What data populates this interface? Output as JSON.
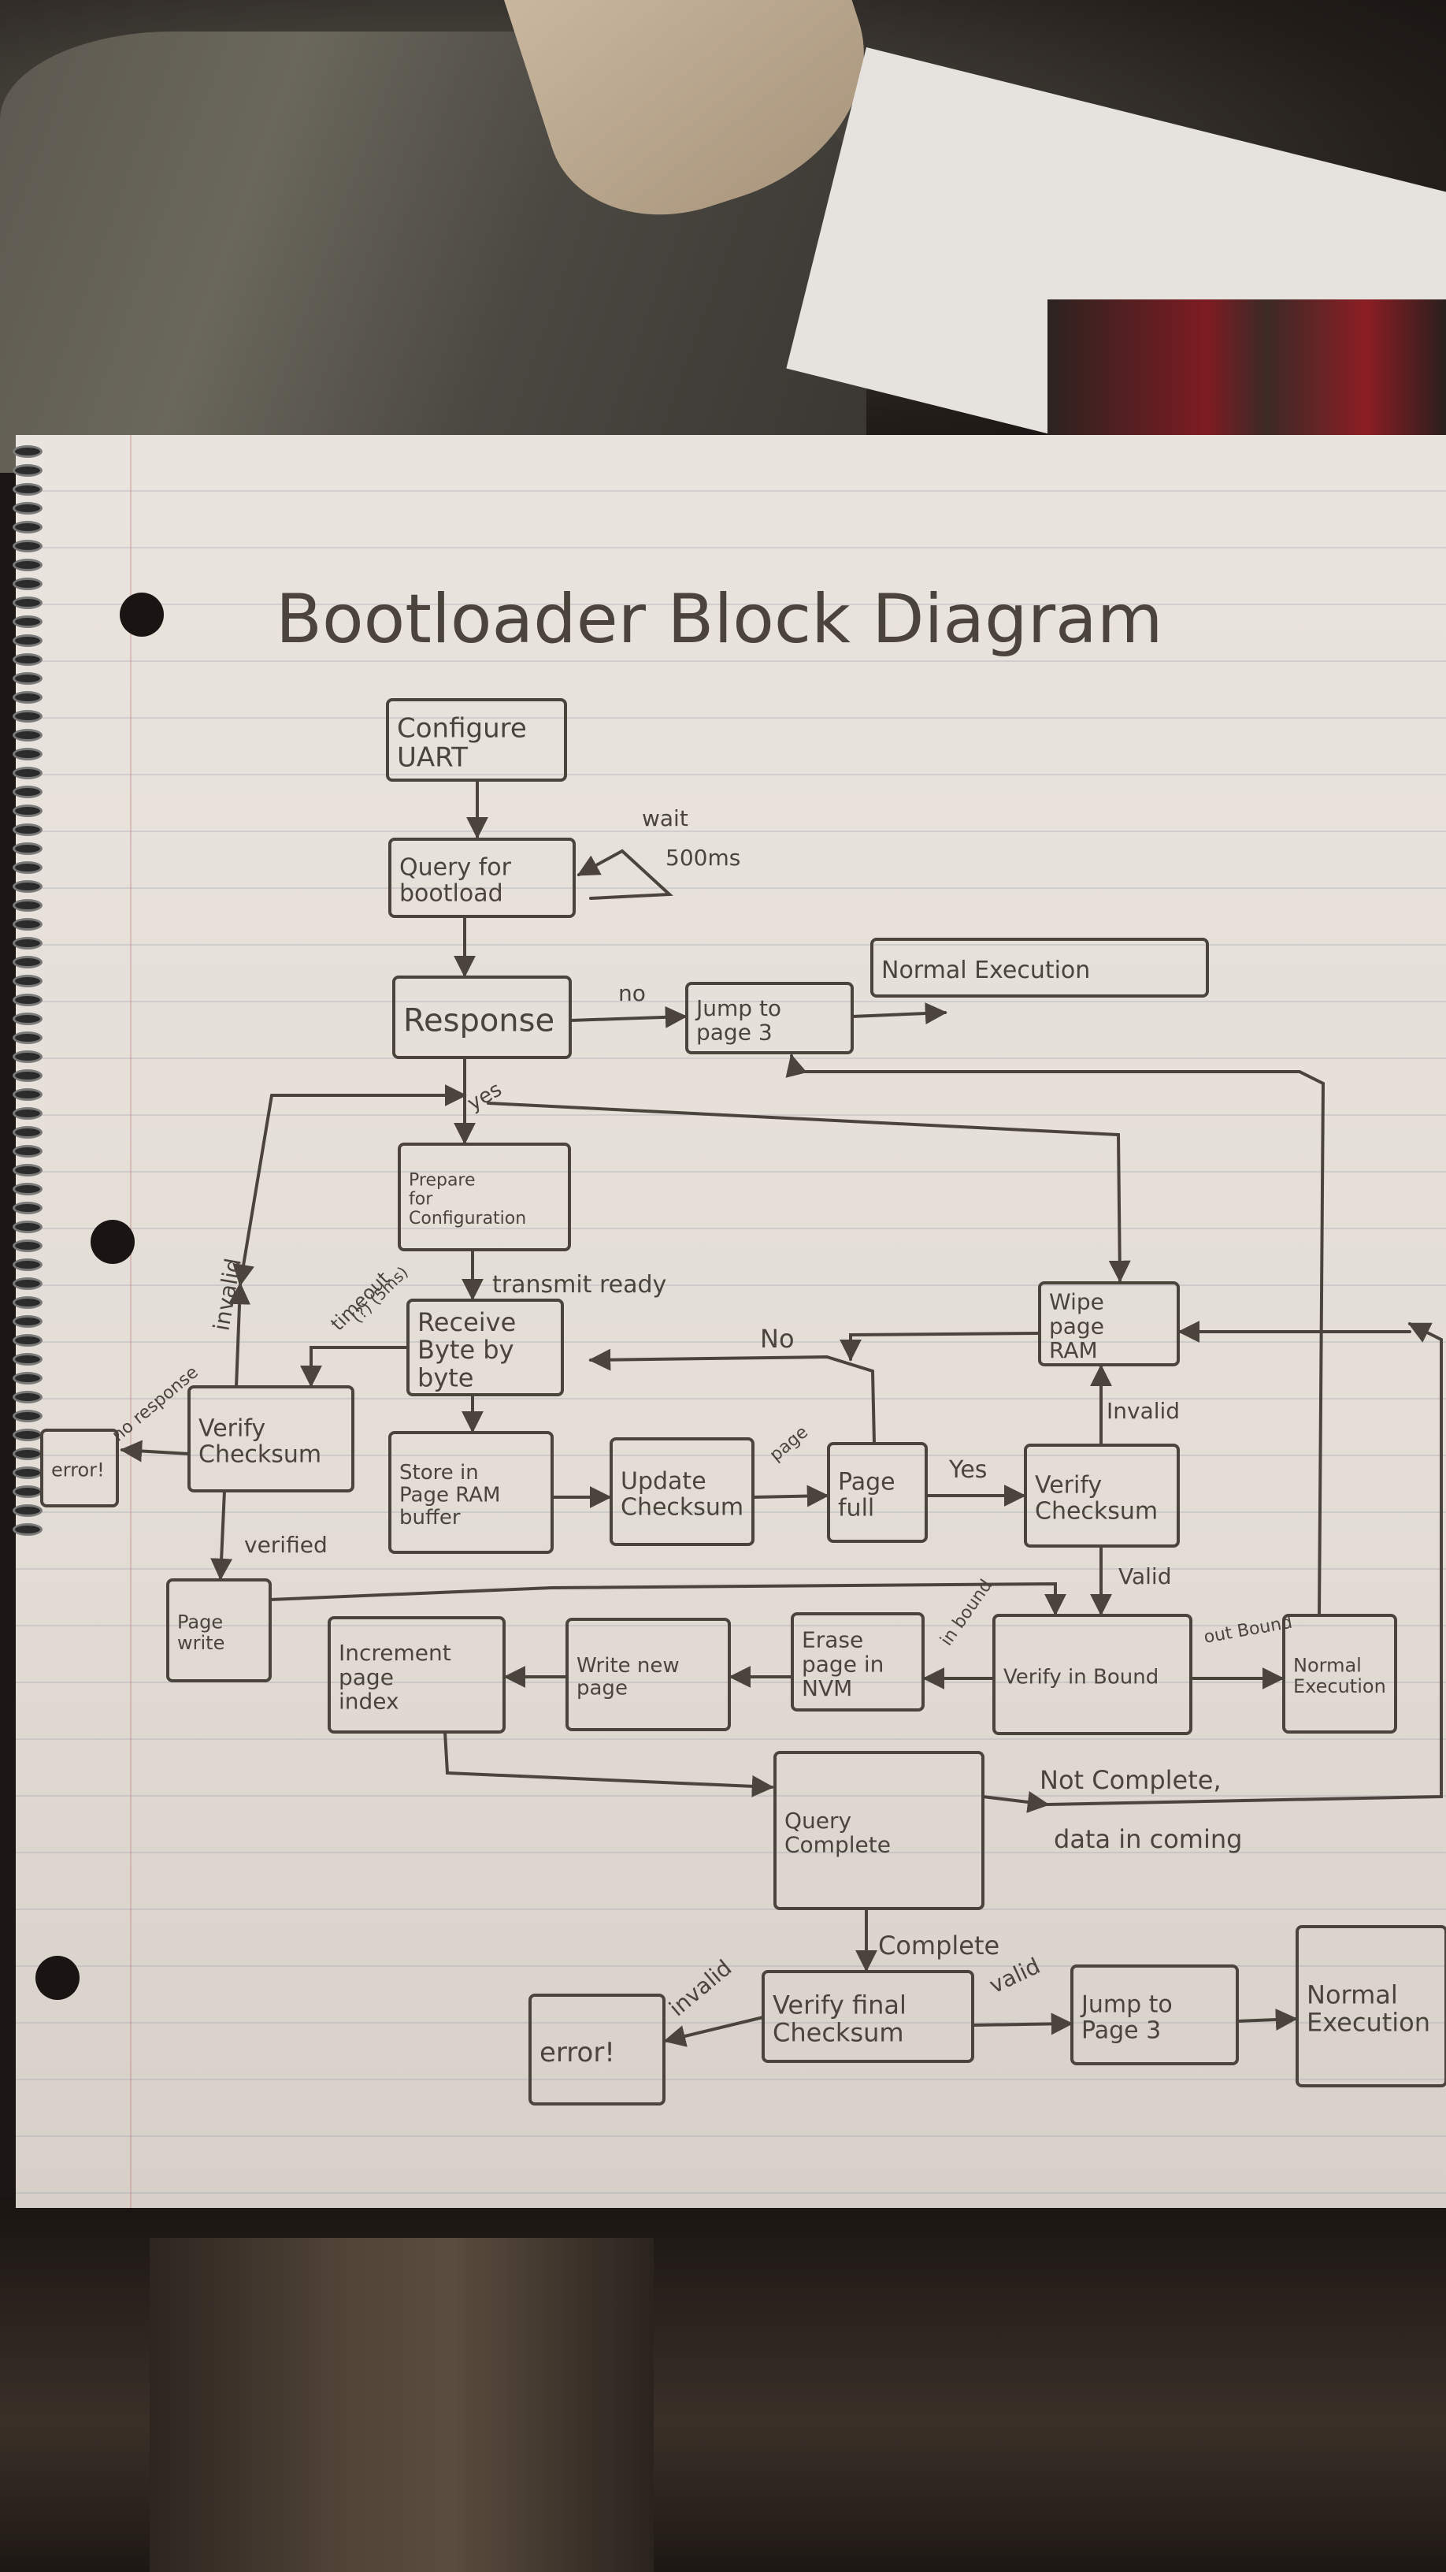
{
  "title": "Bootloader Block Diagram",
  "colors": {
    "ink": "#4a443d",
    "paper": "#e6e0d9",
    "rule_lines": "#9aa0b0"
  },
  "nodes": [
    {
      "id": "configure-uart",
      "lines": [
        "Configure",
        "UART"
      ]
    },
    {
      "id": "query-for-bootload",
      "lines": [
        "Query for",
        "bootload"
      ]
    },
    {
      "id": "response",
      "lines": [
        "Response"
      ]
    },
    {
      "id": "jump-to-page-3-top",
      "lines": [
        "Jump to",
        "page 3"
      ]
    },
    {
      "id": "normal-execution-top",
      "lines": [
        "Normal Execution"
      ]
    },
    {
      "id": "prepare-for-configuration",
      "lines": [
        "Prepare",
        "for",
        "Configuration"
      ]
    },
    {
      "id": "receive-byte-by-byte",
      "lines": [
        "Receive",
        "Byte by",
        "byte"
      ]
    },
    {
      "id": "verify-checksum-left",
      "lines": [
        "Verify",
        "Checksum"
      ]
    },
    {
      "id": "error-left",
      "lines": [
        "error!"
      ]
    },
    {
      "id": "store-in-page-ram-buffer",
      "lines": [
        "Store in",
        "Page RAM",
        "buffer"
      ]
    },
    {
      "id": "update-checksum",
      "lines": [
        "Update",
        "Checksum"
      ]
    },
    {
      "id": "page-full",
      "lines": [
        "Page",
        "full"
      ]
    },
    {
      "id": "verify-checksum-right",
      "lines": [
        "Verify",
        "Checksum"
      ]
    },
    {
      "id": "wipe-page-ram",
      "lines": [
        "Wipe",
        "page",
        "RAM"
      ]
    },
    {
      "id": "page-write",
      "lines": [
        "Page",
        "write"
      ]
    },
    {
      "id": "increment-page-index",
      "lines": [
        "Increment",
        "page",
        "index"
      ]
    },
    {
      "id": "write-new-page",
      "lines": [
        "Write new",
        "page"
      ]
    },
    {
      "id": "erase-page-in-nvm",
      "lines": [
        "Erase",
        "page in",
        "NVM"
      ]
    },
    {
      "id": "verify-in-bound",
      "lines": [
        "Verify in Bound"
      ]
    },
    {
      "id": "normal-execution-mid",
      "lines": [
        "Normal",
        "Execution"
      ]
    },
    {
      "id": "query-complete",
      "lines": [
        "Query",
        "Complete"
      ]
    },
    {
      "id": "verify-final-checksum",
      "lines": [
        "Verify final",
        "Checksum"
      ]
    },
    {
      "id": "error-bottom",
      "lines": [
        "error!"
      ]
    },
    {
      "id": "jump-to-page-3-bottom",
      "lines": [
        "Jump to",
        "Page 3"
      ]
    },
    {
      "id": "normal-execution-bottom",
      "lines": [
        "Normal",
        "Execution"
      ]
    }
  ],
  "edge_labels": {
    "wait": "wait",
    "wait_time": "500ms",
    "no": "no",
    "yes": "yes",
    "transmit_ready": "transmit ready",
    "timeout": "timeout",
    "timeout_detail": "(?) (5ms)",
    "invalid_left": "invalid",
    "no_response": "no response",
    "verified": "verified",
    "no_page_full": "No",
    "page": "page",
    "yes_page_full": "Yes",
    "invalid_right": "Invalid",
    "valid_right": "Valid",
    "in_bound": "in bound",
    "out_bound": "out Bound",
    "not_complete": "Not Complete,",
    "data_incoming": "data in coming",
    "complete": "Complete",
    "invalid_bottom": "invalid",
    "valid_bottom": "valid"
  }
}
